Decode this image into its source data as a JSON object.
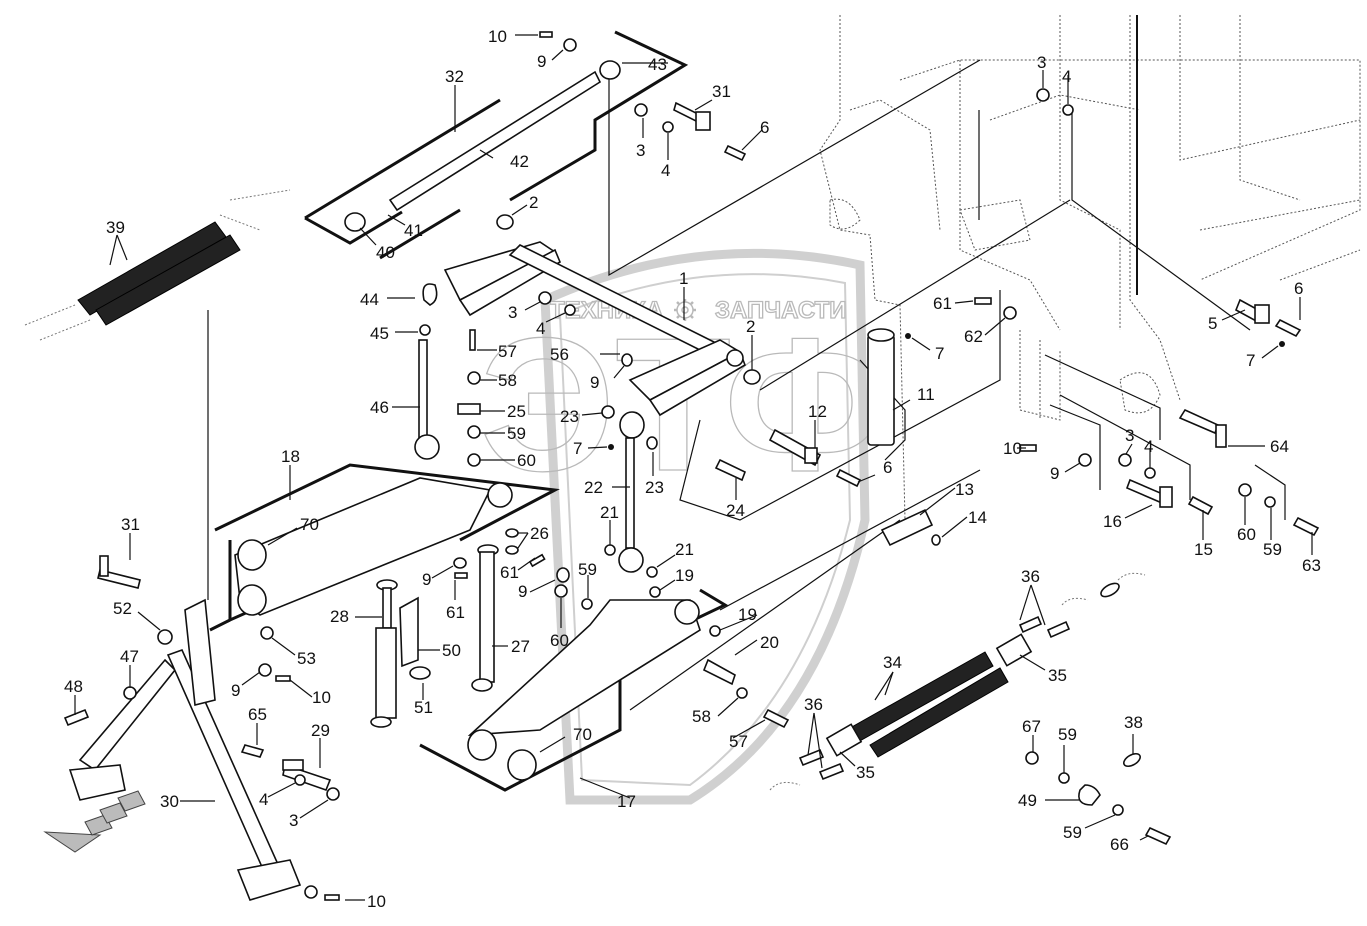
{
  "diagram": {
    "type": "exploded-parts-view",
    "watermark": {
      "logo": "ЭТФ",
      "left_text": "ТЕХНИКА",
      "right_text": "ЗАПЧАСТИ",
      "icon": "gear-icon",
      "color": "#b9b9b9"
    },
    "callouts": [
      {
        "id": "c10a",
        "label": "10"
      },
      {
        "id": "c9a",
        "label": "9"
      },
      {
        "id": "c43",
        "label": "43"
      },
      {
        "id": "c32",
        "label": "32"
      },
      {
        "id": "c42",
        "label": "42"
      },
      {
        "id": "c31a",
        "label": "31"
      },
      {
        "id": "c3a",
        "label": "3"
      },
      {
        "id": "c4a",
        "label": "4"
      },
      {
        "id": "c6a",
        "label": "6"
      },
      {
        "id": "c39",
        "label": "39"
      },
      {
        "id": "c41",
        "label": "41"
      },
      {
        "id": "c40",
        "label": "40"
      },
      {
        "id": "c2a",
        "label": "2"
      },
      {
        "id": "c44",
        "label": "44"
      },
      {
        "id": "c45",
        "label": "45"
      },
      {
        "id": "c1",
        "label": "1"
      },
      {
        "id": "c3b",
        "label": "3"
      },
      {
        "id": "c4b",
        "label": "4"
      },
      {
        "id": "c2b",
        "label": "2"
      },
      {
        "id": "c57a",
        "label": "57"
      },
      {
        "id": "c56",
        "label": "56"
      },
      {
        "id": "c58a",
        "label": "58"
      },
      {
        "id": "c9b",
        "label": "9"
      },
      {
        "id": "c46",
        "label": "46"
      },
      {
        "id": "c25",
        "label": "25"
      },
      {
        "id": "c23a",
        "label": "23"
      },
      {
        "id": "c59a",
        "label": "59"
      },
      {
        "id": "c7a",
        "label": "7"
      },
      {
        "id": "c60a",
        "label": "60"
      },
      {
        "id": "c22",
        "label": "22"
      },
      {
        "id": "c23b",
        "label": "23"
      },
      {
        "id": "c24",
        "label": "24"
      },
      {
        "id": "c12",
        "label": "12"
      },
      {
        "id": "c6b",
        "label": "6"
      },
      {
        "id": "c11",
        "label": "11"
      },
      {
        "id": "c7b",
        "label": "7"
      },
      {
        "id": "c61a",
        "label": "61"
      },
      {
        "id": "c62",
        "label": "62"
      },
      {
        "id": "c3c",
        "label": "3"
      },
      {
        "id": "c4c",
        "label": "4"
      },
      {
        "id": "c5",
        "label": "5"
      },
      {
        "id": "c6c",
        "label": "6"
      },
      {
        "id": "c7c",
        "label": "7"
      },
      {
        "id": "c64",
        "label": "64"
      },
      {
        "id": "c10b",
        "label": "10"
      },
      {
        "id": "c9c",
        "label": "9"
      },
      {
        "id": "c3d",
        "label": "3"
      },
      {
        "id": "c4d",
        "label": "4"
      },
      {
        "id": "c16",
        "label": "16"
      },
      {
        "id": "c15",
        "label": "15"
      },
      {
        "id": "c60b",
        "label": "60"
      },
      {
        "id": "c59b",
        "label": "59"
      },
      {
        "id": "c63",
        "label": "63"
      },
      {
        "id": "c13",
        "label": "13"
      },
      {
        "id": "c14",
        "label": "14"
      },
      {
        "id": "c18",
        "label": "18"
      },
      {
        "id": "c70a",
        "label": "70"
      },
      {
        "id": "c26",
        "label": "26"
      },
      {
        "id": "c61b",
        "label": "61"
      },
      {
        "id": "c21a",
        "label": "21"
      },
      {
        "id": "c21b",
        "label": "21"
      },
      {
        "id": "c19a",
        "label": "19"
      },
      {
        "id": "c9d",
        "label": "9"
      },
      {
        "id": "c61c",
        "label": "61"
      },
      {
        "id": "c9e",
        "label": "9"
      },
      {
        "id": "c59c",
        "label": "59"
      },
      {
        "id": "c60c",
        "label": "60"
      },
      {
        "id": "c19b",
        "label": "19"
      },
      {
        "id": "c20",
        "label": "20"
      },
      {
        "id": "c28",
        "label": "28"
      },
      {
        "id": "c27",
        "label": "27"
      },
      {
        "id": "c50",
        "label": "50"
      },
      {
        "id": "c51",
        "label": "51"
      },
      {
        "id": "c31b",
        "label": "31"
      },
      {
        "id": "c52",
        "label": "52"
      },
      {
        "id": "c53",
        "label": "53"
      },
      {
        "id": "c47",
        "label": "47"
      },
      {
        "id": "c48",
        "label": "48"
      },
      {
        "id": "c9f",
        "label": "9"
      },
      {
        "id": "c10c",
        "label": "10"
      },
      {
        "id": "c65",
        "label": "65"
      },
      {
        "id": "c29",
        "label": "29"
      },
      {
        "id": "c4e",
        "label": "4"
      },
      {
        "id": "c3e",
        "label": "3"
      },
      {
        "id": "c30",
        "label": "30"
      },
      {
        "id": "c10d",
        "label": "10"
      },
      {
        "id": "c58b",
        "label": "58"
      },
      {
        "id": "c57b",
        "label": "57"
      },
      {
        "id": "c70b",
        "label": "70"
      },
      {
        "id": "c17",
        "label": "17"
      },
      {
        "id": "c36a",
        "label": "36"
      },
      {
        "id": "c35a",
        "label": "35"
      },
      {
        "id": "c34",
        "label": "34"
      },
      {
        "id": "c36b",
        "label": "36"
      },
      {
        "id": "c35b",
        "label": "35"
      },
      {
        "id": "c67",
        "label": "67"
      },
      {
        "id": "c59d",
        "label": "59"
      },
      {
        "id": "c38",
        "label": "38"
      },
      {
        "id": "c49",
        "label": "49"
      },
      {
        "id": "c59e",
        "label": "59"
      },
      {
        "id": "c66",
        "label": "66"
      }
    ]
  }
}
